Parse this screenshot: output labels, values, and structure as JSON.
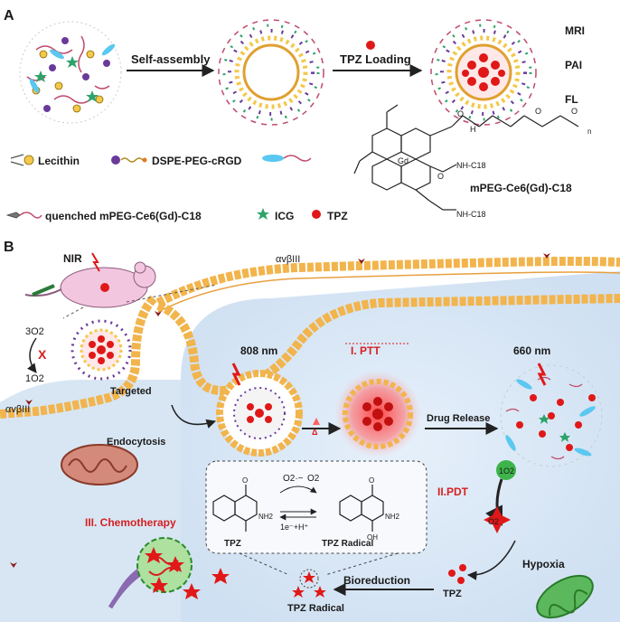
{
  "panel_a": {
    "label": "A",
    "step1": "Self-assembly",
    "step2": "TPZ Loading",
    "modalities": [
      "MRI",
      "PAI",
      "FL"
    ]
  },
  "legend": {
    "lecithin": "Lecithin",
    "dspe": "DSPE-PEG-cRGD",
    "quenched": "quenched mPEG-Ce6(Gd)-C18",
    "icg": "ICG",
    "tpz": "TPZ",
    "mpeg_ce6_compound": "mPEG-Ce6(Gd)-C18"
  },
  "structure": {
    "o": "O",
    "nh": "H",
    "n": "n",
    "gd": "Gd",
    "nh_c18": "NH-C18",
    "nh2": "NH2",
    "oh": "OH"
  },
  "panel_b": {
    "label": "B",
    "nir": "NIR",
    "integrin": "αvβIII",
    "o2_triplet": "3O2",
    "o2_singlet": "1O2",
    "o2_short": "O2",
    "o2_plain": "O2",
    "blocked": "X",
    "targeted": "Targeted",
    "endocytosis": "Endocytosis",
    "laser_808": "808 nm",
    "laser_660": "660 nm",
    "heat": "Δ",
    "ptt": "I. PTT",
    "pdt": "II.PDT",
    "drug_release": "Drug Release",
    "hypoxia": "Hypoxia",
    "bioreduction": "Bioreduction",
    "tpz": "TPZ",
    "tpz_radical": "TPZ Radical",
    "tpz_radical_inset": "TPZ  Radical",
    "superoxide": "O2·−",
    "electron": "1e⁻+H⁺",
    "chemo": "III. Chemotherapy"
  }
}
